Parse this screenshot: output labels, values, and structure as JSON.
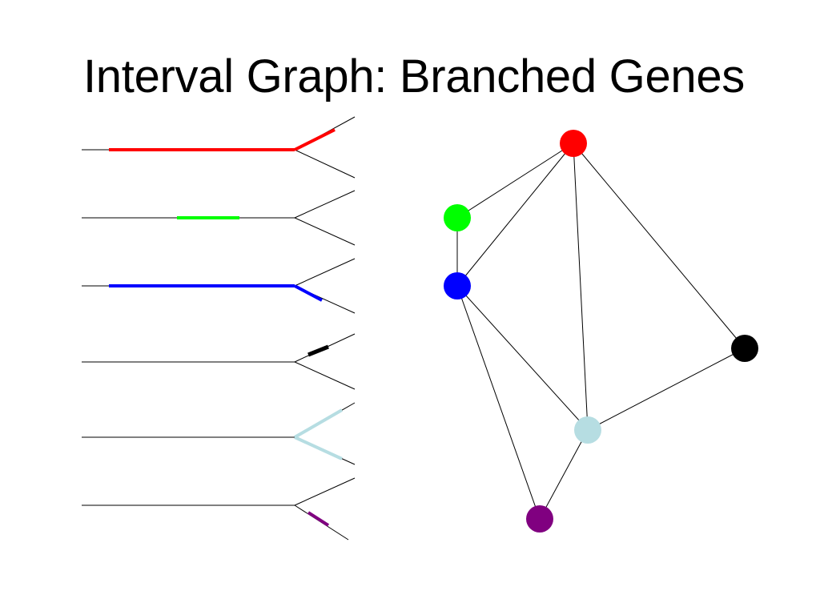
{
  "slide": {
    "title": "Interval Graph: Branched Genes"
  },
  "colors": {
    "red": "#ff0000",
    "green": "#00ff00",
    "blue": "#0000ff",
    "black": "#000000",
    "lightblue": "#b6dde2",
    "purple": "#800080"
  },
  "genes": [
    {
      "name": "red",
      "color": "#ff0000"
    },
    {
      "name": "green",
      "color": "#00ff00"
    },
    {
      "name": "blue",
      "color": "#0000ff"
    },
    {
      "name": "black",
      "color": "#000000"
    },
    {
      "name": "lightblue",
      "color": "#b6dde2"
    },
    {
      "name": "purple",
      "color": "#800080"
    }
  ],
  "graph": {
    "nodes": [
      "red",
      "green",
      "blue",
      "black",
      "lightblue",
      "purple"
    ],
    "edges": [
      [
        "red",
        "green"
      ],
      [
        "red",
        "blue"
      ],
      [
        "red",
        "lightblue"
      ],
      [
        "red",
        "black"
      ],
      [
        "green",
        "blue"
      ],
      [
        "blue",
        "lightblue"
      ],
      [
        "blue",
        "purple"
      ],
      [
        "lightblue",
        "black"
      ],
      [
        "lightblue",
        "purple"
      ]
    ]
  }
}
